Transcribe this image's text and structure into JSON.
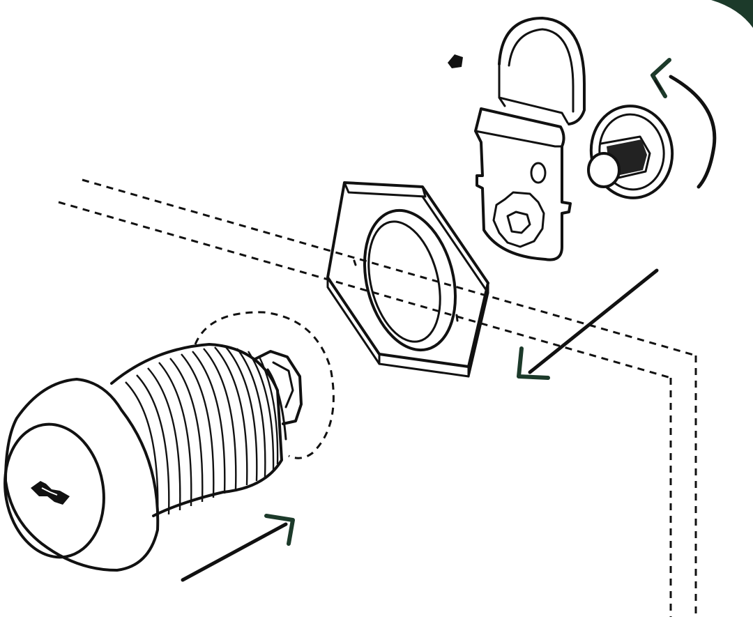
{
  "figure": {
    "kind": "exploded assembly drawing",
    "parts": [
      {
        "name": "lock-cylinder-body",
        "icon": "cam-lock-cylinder"
      },
      {
        "name": "hex-nut",
        "icon": "hex-nut"
      },
      {
        "name": "cam-plate",
        "icon": "cam-plate"
      },
      {
        "name": "washer",
        "icon": "washer"
      },
      {
        "name": "screw",
        "icon": "screw"
      }
    ],
    "colors": {
      "ink": "#111111",
      "accent": "#1c3a2a",
      "background": "#ffffff"
    }
  }
}
